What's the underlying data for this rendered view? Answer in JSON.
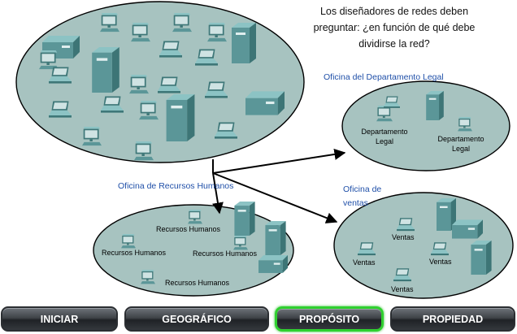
{
  "question": {
    "line1": "Los diseñadores de redes deben",
    "line2": "preguntar: ¿en función de qué debe",
    "line3": "dividirse la red?"
  },
  "offices": {
    "legal": {
      "title": "Oficina del Departamento Legal",
      "label1a": "Departamento",
      "label1b": "Legal",
      "label2a": "Departamento",
      "label2b": "Legal"
    },
    "hr": {
      "title": "Oficina de Recursos Humanos",
      "labels": [
        "Recursos Humanos",
        "Recursos Humanos",
        "Recursos Humanos",
        "Recursos Humanos"
      ]
    },
    "sales": {
      "title1": "Oficina de",
      "title2": "ventas",
      "labels": [
        "Ventas",
        "Ventas",
        "Ventas",
        "Ventas"
      ]
    }
  },
  "nav": {
    "buttons": [
      "INICIAR",
      "GEOGRÁFICO",
      "PROPÓSITO",
      "PROPIEDAD"
    ],
    "active": "PROPÓSITO"
  },
  "colors": {
    "ellipse_fill": "#a7c3c0",
    "device": "#5b9698",
    "title_blue": "#1f4fa8",
    "active_border": "#2fd02f"
  }
}
